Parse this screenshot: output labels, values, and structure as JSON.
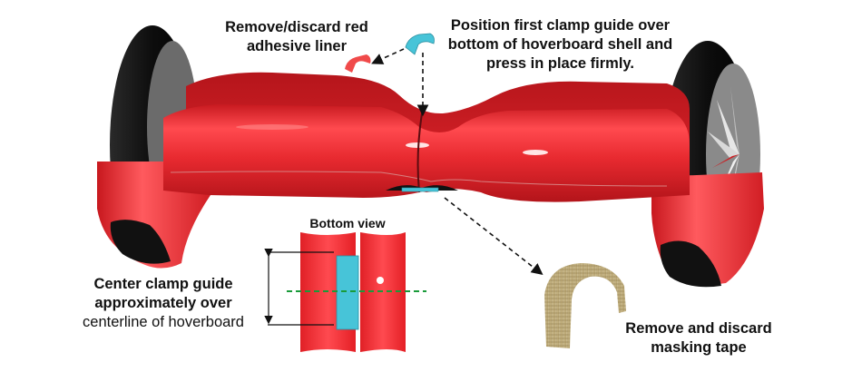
{
  "diagram": {
    "subject": "Hoverboard clamp guide installation",
    "annotations": {
      "liner": [
        "Remove/discard red",
        "adhesive liner"
      ],
      "position": [
        "Position first clamp guide over",
        "bottom of hoverboard shell and",
        "press in place firmly."
      ],
      "center": [
        "Center clamp guide",
        "approximately over",
        "centerline of hoverboard"
      ],
      "tape": [
        "Remove and discard",
        "masking tape"
      ],
      "bottom_view": "Bottom view"
    },
    "colors": {
      "shell": "#e8262b",
      "shell_dark": "#b0141a",
      "shell_light": "#ff6a6a",
      "tire": "#111111",
      "hub": "#7a7a7a",
      "clamp_guide": "#47c4d8",
      "liner": "#f04a4a",
      "tape": "#c9b98c",
      "centerline": "#1a9b3a",
      "arrow": "#111111"
    }
  }
}
